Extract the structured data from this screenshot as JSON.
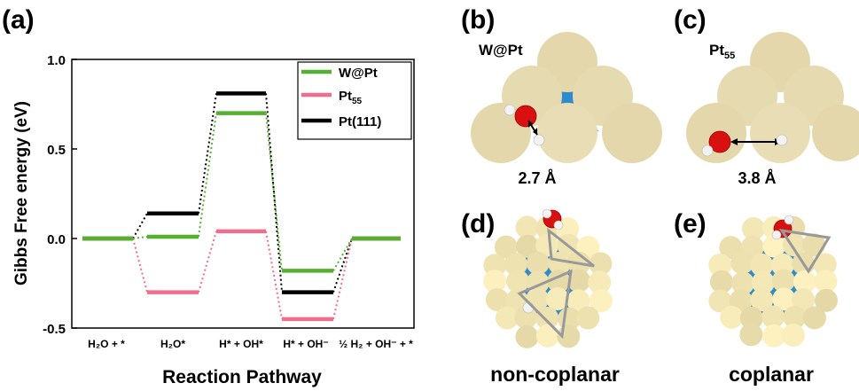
{
  "panels": {
    "a": "(a)",
    "b": "(b)",
    "c": "(c)",
    "d": "(d)",
    "e": "(e)"
  },
  "chart_data": {
    "type": "line",
    "ylabel": "Gibbs Free energy (eV)",
    "xlabel": "Reaction Pathway",
    "ylim": [
      -0.5,
      1.0
    ],
    "yticks": [
      "1.0",
      "0.5",
      "0.0",
      "-0.5"
    ],
    "categories": [
      "H₂O + *",
      "H₂O*",
      "H* + OH*",
      "H* + OH⁻",
      "½ H₂ + OH⁻ + *"
    ],
    "legend_position": "top-right",
    "series": [
      {
        "name": "W@Pt",
        "color": "#55b030",
        "values": [
          0.0,
          0.01,
          0.7,
          -0.18,
          0.0
        ]
      },
      {
        "name": "Pt55",
        "color": "#f06e8c",
        "values": [
          0.0,
          -0.3,
          0.04,
          -0.45,
          0.0
        ]
      },
      {
        "name": "Pt(111)",
        "color": "#000000",
        "values": [
          0.0,
          0.14,
          0.81,
          -0.3,
          0.0
        ]
      }
    ]
  },
  "structures": {
    "b_label": "W@Pt",
    "b_distance": "2.7 Å",
    "c_label": "Pt",
    "c_sub": "55",
    "c_distance": "3.8 Å",
    "d_caption": "non-coplanar",
    "e_caption": "coplanar",
    "colors": {
      "pt": "#e3d7ab",
      "w": "#2e8ccc",
      "oxygen": "#e01010",
      "hydrogen": "#f2f2f2",
      "arrow": "#999999"
    }
  }
}
